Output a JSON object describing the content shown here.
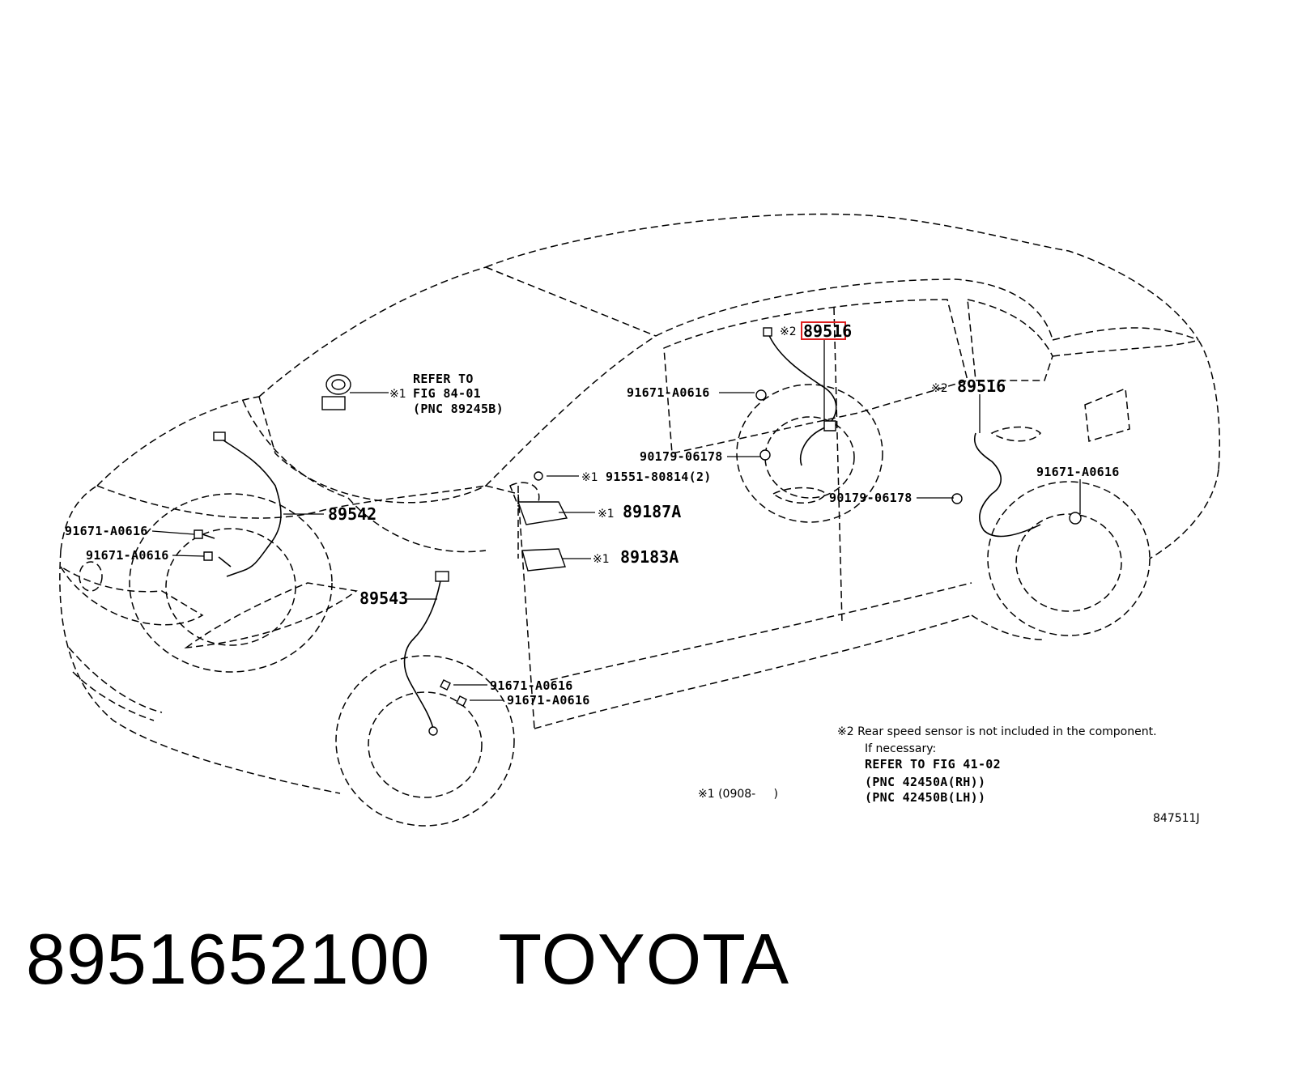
{
  "callouts": {
    "refer_to_1": "REFER TO",
    "refer_to_2": "FIG 84-01",
    "refer_to_3": "(PNC 89245B)",
    "mark_1": "※1",
    "mark_2": "※2",
    "p89516_top": "89516",
    "p89516_right": "89516",
    "p91671_a": "91671-A0616",
    "p91671_b": "91671-A0616",
    "p91671_c": "91671-A0616",
    "p91671_d": "91671-A0616",
    "p91671_e": "91671-A0616",
    "p91671_f": "91671-A0616",
    "p90179_a": "90179-06178",
    "p90179_b": "90179-06178",
    "p91551": "91551-80814(2)",
    "p89187a": "89187A",
    "p89183a": "89183A",
    "p89542": "89542",
    "p89543": "89543"
  },
  "notes": {
    "note2_line1": "※2 Rear speed sensor is not included in the component.",
    "note2_line2": "If necessary:",
    "note2_line3": "REFER TO FIG 41-02",
    "note2_line4": "(PNC 42450A(RH))",
    "note2_line5": "(PNC 42450B(LH))",
    "note1": "※1 (0908-     )",
    "figure_code": "847511J"
  },
  "footer": {
    "part_number": "8951652100",
    "brand": "TOYOTA"
  },
  "colors": {
    "highlight": "#e02020",
    "ink": "#000000"
  }
}
